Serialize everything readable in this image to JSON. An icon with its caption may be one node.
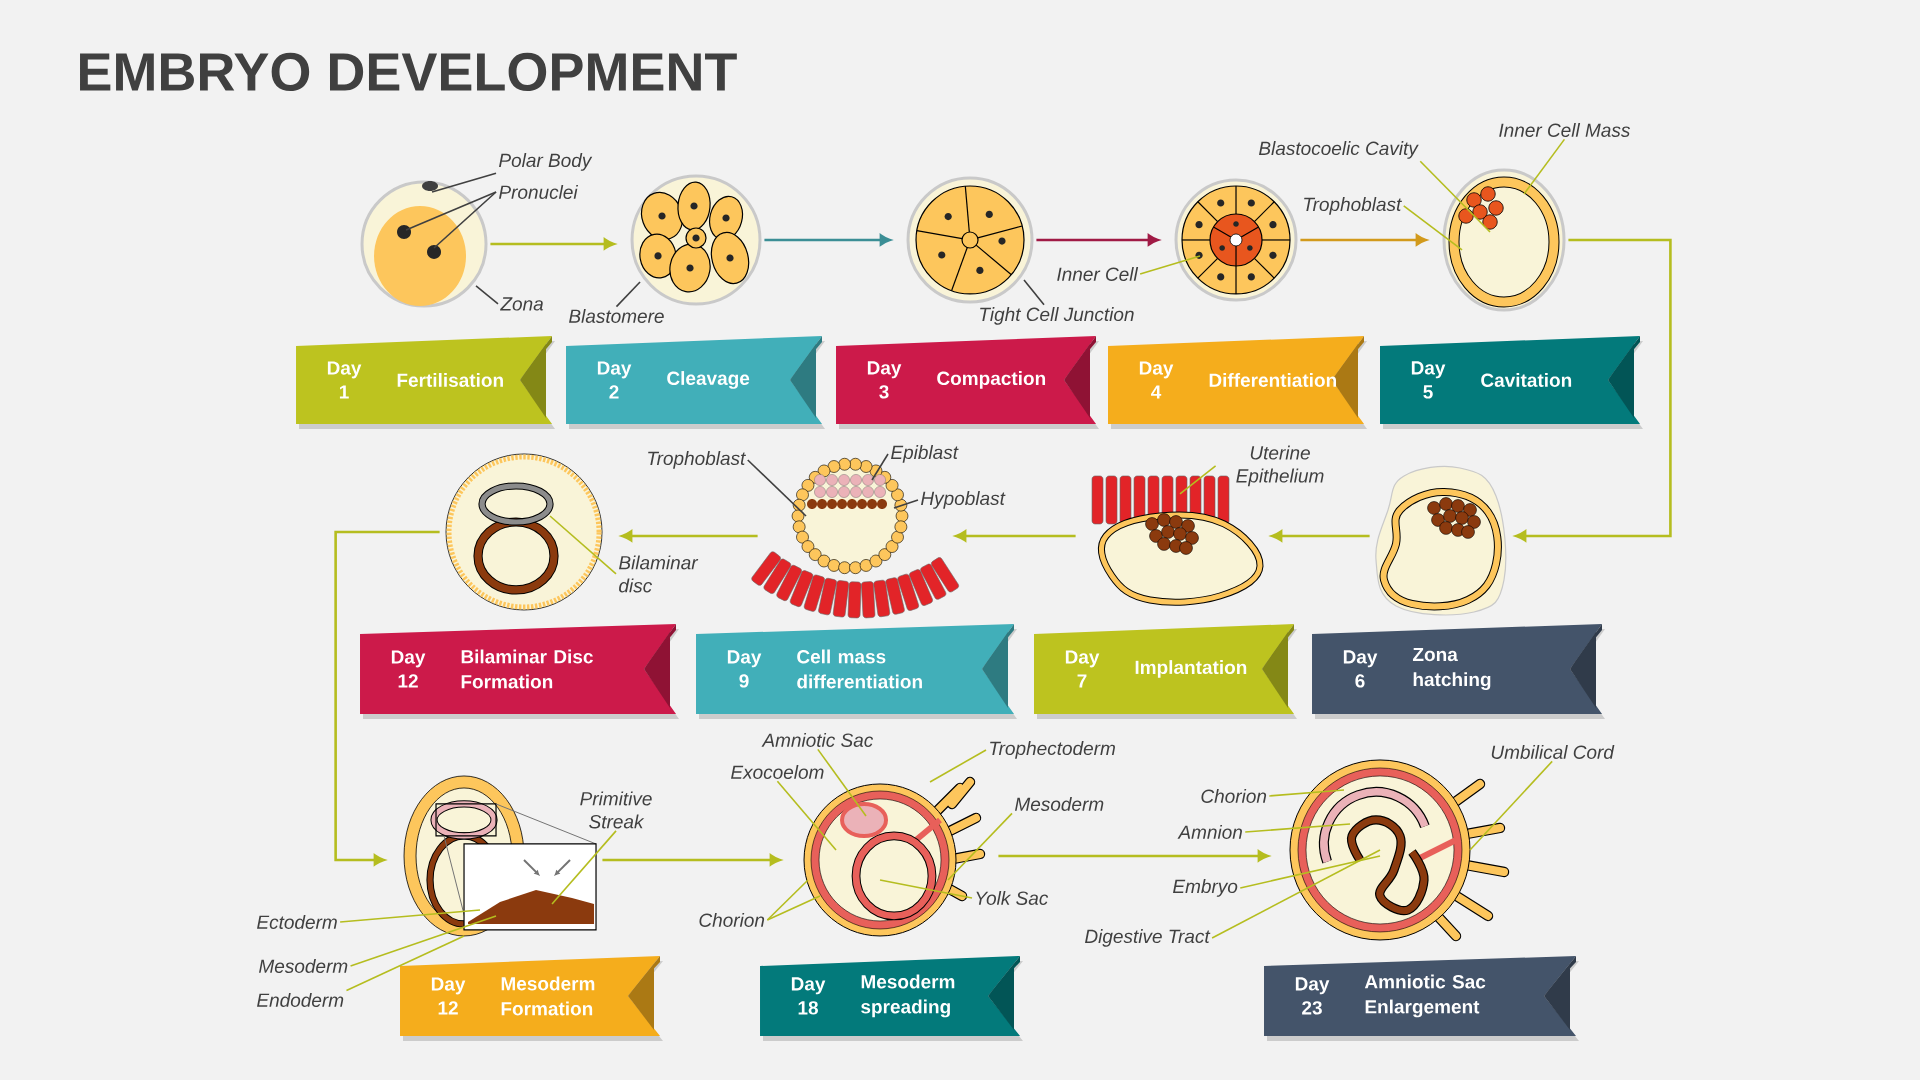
{
  "diagram": {
    "title": "EMBRYO DEVELOPMENT",
    "nodes": [
      {
        "text": [],
        "shape": "picture"
      },
      {
        "text": [
          "Polar Body"
        ]
      },
      {
        "text": [
          "Pronuclei"
        ]
      },
      {
        "text": [
          "Zona"
        ]
      },
      {
        "text": [
          "Day 1",
          "Fertilisation"
        ]
      },
      {
        "text": [],
        "shape": "picture"
      },
      {
        "text": [
          "Blastomere"
        ]
      },
      {
        "text": [
          "Day 2",
          "Cleavage"
        ]
      },
      {
        "text": [],
        "shape": "picture"
      },
      {
        "text": [
          "Tight Cell Junction"
        ]
      },
      {
        "text": [
          "Day 3",
          "Compaction"
        ]
      },
      {
        "text": [],
        "shape": "picture"
      },
      {
        "text": [
          "Inner Cell"
        ]
      },
      {
        "text": [
          "Day 4",
          "Differentiation"
        ]
      },
      {
        "text": [],
        "shape": "picture"
      },
      {
        "text": [
          "Blastocoelic Cavity"
        ]
      },
      {
        "text": [
          "Trophoblast"
        ]
      },
      {
        "text": [
          "Inner Cell Mass"
        ]
      },
      {
        "text": [
          "Day 5",
          "Cavitation"
        ]
      },
      {
        "text": [],
        "shape": "picture"
      },
      {
        "text": [
          "Day 6",
          "Zona hatching"
        ]
      },
      {
        "text": [],
        "shape": "picture"
      },
      {
        "text": [
          "Uterine Epithelium"
        ]
      },
      {
        "text": [
          "Day 7",
          "Implantation"
        ]
      },
      {
        "text": [],
        "shape": "picture"
      },
      {
        "text": [
          "Trophoblast"
        ]
      },
      {
        "text": [
          "Epiblast"
        ]
      },
      {
        "text": [
          "Hypoblast"
        ]
      },
      {
        "text": [
          "Day 9",
          "Cell mass differentiation"
        ]
      },
      {
        "text": [],
        "shape": "picture"
      },
      {
        "text": [
          "Bilaminar disc"
        ]
      },
      {
        "text": [
          "Day 12",
          "Bilaminar Disc Formation"
        ]
      },
      {
        "text": [],
        "shape": "picture"
      },
      {
        "text": [
          "Primitive Streak"
        ]
      },
      {
        "text": [
          "Ectoderm"
        ]
      },
      {
        "text": [
          "Mesoderm"
        ]
      },
      {
        "text": [
          "Endoderm"
        ]
      },
      {
        "text": [
          "Day 12",
          "Mesoderm Formation"
        ]
      },
      {
        "text": [],
        "shape": "picture"
      },
      {
        "text": [
          "Amniotic Sac"
        ]
      },
      {
        "text": [
          "Exocoelom"
        ]
      },
      {
        "text": [
          "Trophectoderm"
        ]
      },
      {
        "text": [
          "Mesoderm"
        ]
      },
      {
        "text": [
          "Yolk Sac"
        ]
      },
      {
        "text": [
          "Chorion"
        ]
      },
      {
        "text": [
          "Day 18",
          "Mesoderm spreading"
        ]
      },
      {
        "text": [],
        "shape": "picture"
      },
      {
        "text": [
          "Chorion"
        ]
      },
      {
        "text": [
          "Amnion"
        ]
      },
      {
        "text": [
          "Embryo"
        ]
      },
      {
        "text": [
          "Digestive Tract"
        ]
      },
      {
        "text": [
          "Umbilical Cord"
        ]
      },
      {
        "text": [
          "Day 23",
          "Amniotic Sac Enlargement"
        ]
      }
    ],
    "edges": [
      {
        "from": 1,
        "to": 0,
        "arrow": "none",
        "color": "#404040"
      },
      {
        "from": 2,
        "to": 0,
        "arrow": "none",
        "color": "#404040"
      },
      {
        "from": 2,
        "to": 0,
        "arrow": "none",
        "color": "#404040"
      },
      {
        "from": 3,
        "to": 0,
        "arrow": "none",
        "color": "#404040"
      },
      {
        "from": 6,
        "to": 5,
        "arrow": "none",
        "color": "#404040"
      },
      {
        "from": 9,
        "to": 8,
        "arrow": "none",
        "color": "#404040"
      },
      {
        "from": 12,
        "to": 11,
        "arrow": "none"
      },
      {
        "from": 15,
        "to": 14,
        "arrow": "none"
      },
      {
        "from": 16,
        "to": 14,
        "arrow": "none"
      },
      {
        "from": 17,
        "to": 14,
        "arrow": "none"
      },
      {
        "from": 22,
        "to": 21,
        "arrow": "none"
      },
      {
        "from": 25,
        "to": 24,
        "arrow": "none",
        "color": "#404040"
      },
      {
        "from": 26,
        "to": 24,
        "arrow": "none",
        "color": "#404040"
      },
      {
        "from": 27,
        "to": 24,
        "arrow": "none",
        "color": "#404040"
      },
      {
        "from": 30,
        "to": 29,
        "arrow": "none"
      },
      {
        "from": 33,
        "to": 32,
        "arrow": "none"
      },
      {
        "from": 34,
        "to": 32,
        "arrow": "none"
      },
      {
        "from": 35,
        "to": 32,
        "arrow": "none"
      },
      {
        "from": 36,
        "to": 32,
        "arrow": "none"
      },
      {
        "from": 39,
        "to": 38,
        "arrow": "none"
      },
      {
        "from": 40,
        "to": 38,
        "arrow": "none"
      },
      {
        "from": 41,
        "to": 38,
        "arrow": "none"
      },
      {
        "from": 42,
        "to": 38,
        "arrow": "none"
      },
      {
        "from": 43,
        "to": 38,
        "arrow": "none"
      },
      {
        "from": 44,
        "to": 38,
        "arrow": "none"
      },
      {
        "from": 44,
        "to": 38,
        "arrow": "none"
      },
      {
        "from": 47,
        "to": 46,
        "arrow": "none"
      },
      {
        "from": 48,
        "to": 46,
        "arrow": "none"
      },
      {
        "from": 49,
        "to": 46,
        "arrow": "none"
      },
      {
        "from": 50,
        "to": 46,
        "arrow": "none"
      },
      {
        "from": 51,
        "to": 46,
        "arrow": "none"
      },
      {
        "from": 0,
        "to": 5,
        "arrow": "to"
      },
      {
        "from": 5,
        "to": 8,
        "arrow": "to",
        "color": "#3b8e95"
      },
      {
        "from": 8,
        "to": 11,
        "arrow": "to",
        "color": "#a01a45"
      },
      {
        "from": 11,
        "to": 14,
        "arrow": "to",
        "color": "#d29a1c"
      },
      {
        "from": 14,
        "to": 19,
        "arrow": "to"
      },
      {
        "from": 19,
        "to": 21,
        "arrow": "to"
      },
      {
        "from": 21,
        "to": 24,
        "arrow": "to"
      },
      {
        "from": 24,
        "to": 29,
        "arrow": "to"
      },
      {
        "from": 29,
        "to": 32,
        "arrow": "to"
      },
      {
        "from": 32,
        "to": 38,
        "arrow": "to"
      },
      {
        "from": 38,
        "to": 46,
        "arrow": "to"
      }
    ]
  }
}
